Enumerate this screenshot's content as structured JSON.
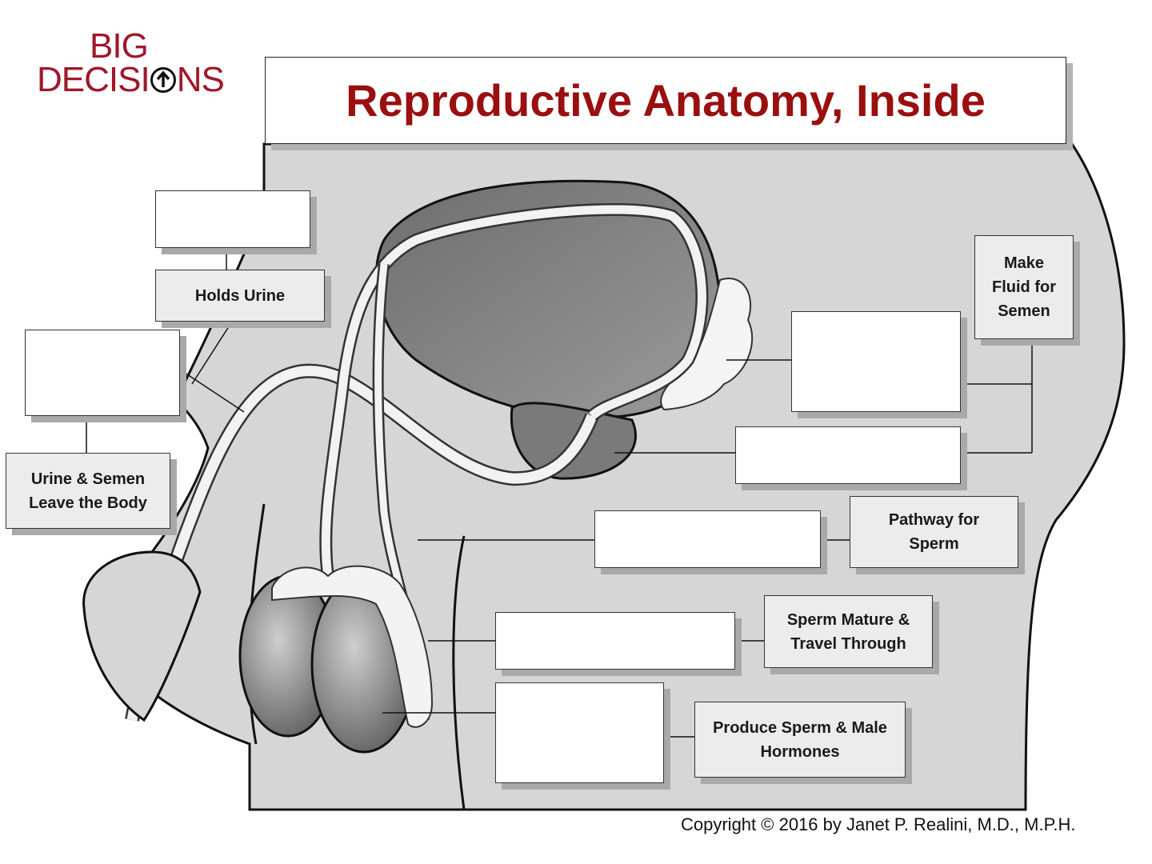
{
  "logo": {
    "line1": "BIG",
    "line2": "DECISI",
    "line2_end": "NS",
    "brand_color": "#a0172b"
  },
  "title": "Reproductive Anatomy, Inside",
  "labels": {
    "holds_urine": "Holds Urine",
    "urine_semen_leave": "Urine & Semen\nLeave the Body",
    "make_fluid": "Make\nFluid for\nSemen",
    "pathway_sperm": "Pathway for\nSperm",
    "sperm_mature": "Sperm Mature &\nTravel Through",
    "produce_sperm": "Produce Sperm & Male\nHormones"
  },
  "copyright": "Copyright © 2016 by Janet P. Realini, M.D., M.P.H.",
  "colors": {
    "title": "#9a0f0f",
    "body_fill": "#d6d6d6",
    "label_fill": "#ececec"
  }
}
